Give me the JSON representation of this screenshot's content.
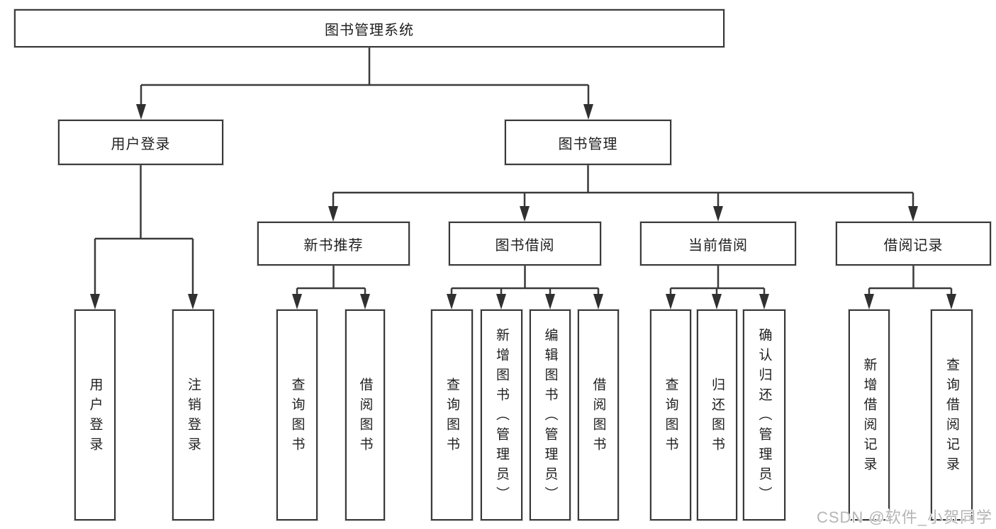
{
  "nodes": {
    "root": {
      "label": "图书管理系统"
    },
    "level1": [
      {
        "label": "用户登录"
      },
      {
        "label": "图书管理"
      }
    ],
    "level2": [
      {
        "label": "新书推荐"
      },
      {
        "label": "图书借阅"
      },
      {
        "label": "当前借阅"
      },
      {
        "label": "借阅记录"
      }
    ],
    "leaves": [
      {
        "label": "用户登录"
      },
      {
        "label": "注销登录"
      },
      {
        "label": "查询图书"
      },
      {
        "label": "借阅图书"
      },
      {
        "label": "查询图书"
      },
      {
        "label": "新增图书（管理员）"
      },
      {
        "label": "编辑图书（管理员）"
      },
      {
        "label": "借阅图书"
      },
      {
        "label": "查询图书"
      },
      {
        "label": "归还图书"
      },
      {
        "label": "确认归还（管理员）"
      },
      {
        "label": "新增借阅记录"
      },
      {
        "label": "查询借阅记录"
      }
    ]
  },
  "watermark": {
    "text": "CSDN @软件_小贺同学"
  },
  "colors": {
    "line": "#3a3a3a",
    "box_border": "#3a3a3a",
    "text": "#1f1f1f",
    "watermark": "#b5b5b5",
    "background": "#ffffff"
  }
}
